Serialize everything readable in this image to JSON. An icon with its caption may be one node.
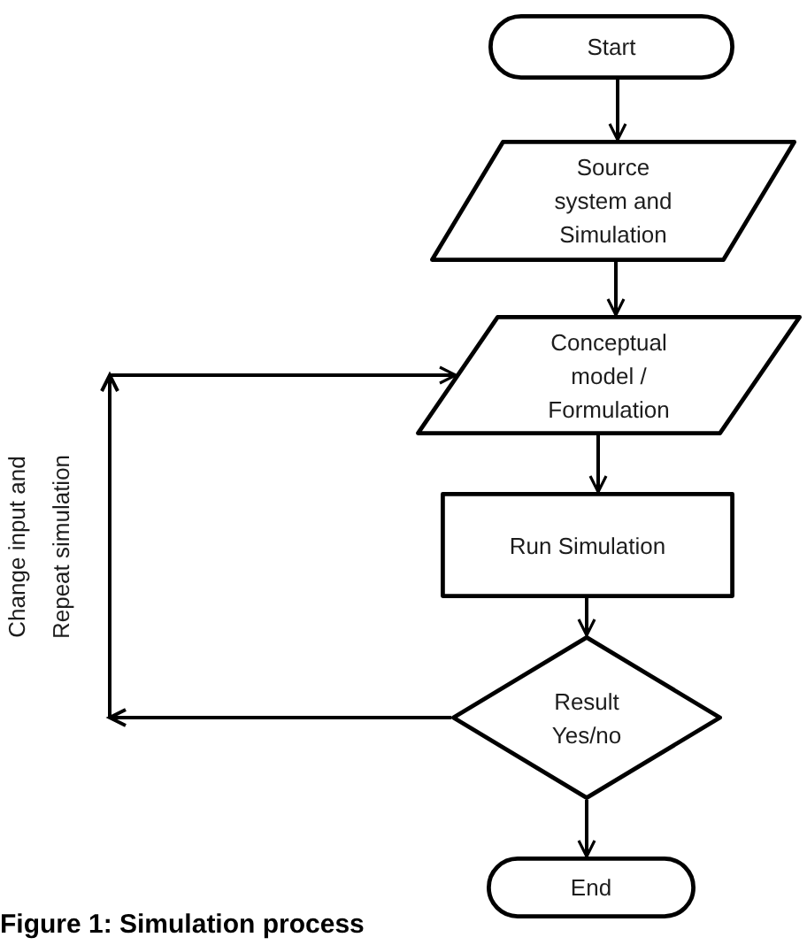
{
  "diagram": {
    "caption": "Figure 1: Simulation process",
    "nodes": [
      {
        "text": [
          "Start"
        ]
      },
      {
        "text": [
          "Source system and Simulation"
        ]
      },
      {
        "text": [
          "Conceptual model / Formulation"
        ]
      },
      {
        "text": [
          "Run Simulation"
        ]
      },
      {
        "text": [
          "Result",
          "Yes/no"
        ]
      },
      {
        "text": [
          "End"
        ]
      }
    ],
    "edges": [
      {
        "from": 0,
        "to": 1,
        "arrow": "to"
      },
      {
        "from": 1,
        "to": 2,
        "arrow": "to"
      },
      {
        "from": 2,
        "to": 3,
        "arrow": "to"
      },
      {
        "from": 3,
        "to": 4,
        "arrow": "to"
      },
      {
        "from": 4,
        "to": 2,
        "arrow": "to",
        "label": "Change input and Repeat simulation"
      },
      {
        "from": 4,
        "to": 5,
        "arrow": "to"
      }
    ]
  }
}
